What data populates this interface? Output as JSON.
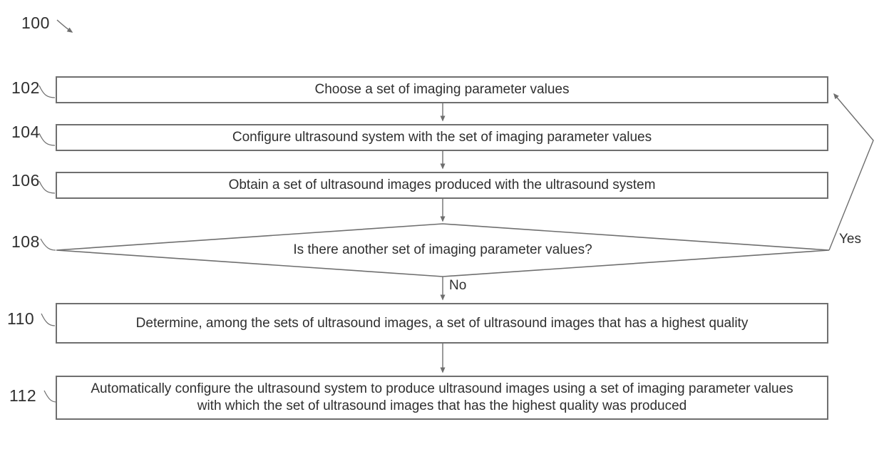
{
  "figure": {
    "ref": "100",
    "no_label": "No",
    "yes_label": "Yes",
    "colors": {
      "line": "#6e6e6e",
      "border": "#6f6f6f",
      "text": "#2f2f2f",
      "background": "#ffffff"
    },
    "nodes": [
      {
        "ref": "102",
        "type": "process",
        "text": "Choose a set of imaging parameter values"
      },
      {
        "ref": "104",
        "type": "process",
        "text": "Configure ultrasound system with the set of imaging parameter values"
      },
      {
        "ref": "106",
        "type": "process",
        "text": "Obtain a set of ultrasound images produced with the ultrasound system"
      },
      {
        "ref": "108",
        "type": "decision",
        "text": "Is there another set of imaging parameter values?"
      },
      {
        "ref": "110",
        "type": "process",
        "text": "Determine, among the sets of ultrasound images, a set of ultrasound images that has a highest quality"
      },
      {
        "ref": "112",
        "type": "process",
        "text": "Automatically configure the ultrasound system to produce ultrasound images using a set of imaging parameter values with which the set of ultrasound images that has the highest quality was produced"
      }
    ]
  }
}
